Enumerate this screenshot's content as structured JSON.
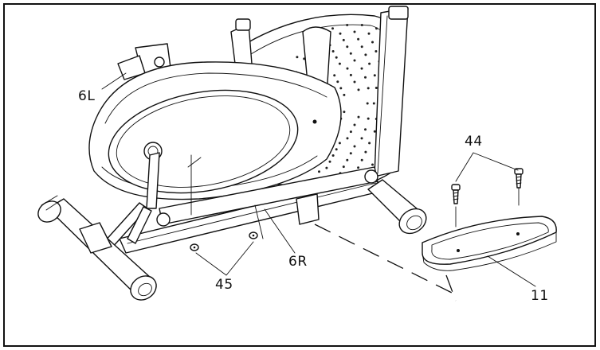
{
  "diagram": {
    "labels": {
      "left_link": "6L",
      "right_link": "6R",
      "bolts": "44",
      "nuts": "45",
      "footrest": "11"
    }
  }
}
